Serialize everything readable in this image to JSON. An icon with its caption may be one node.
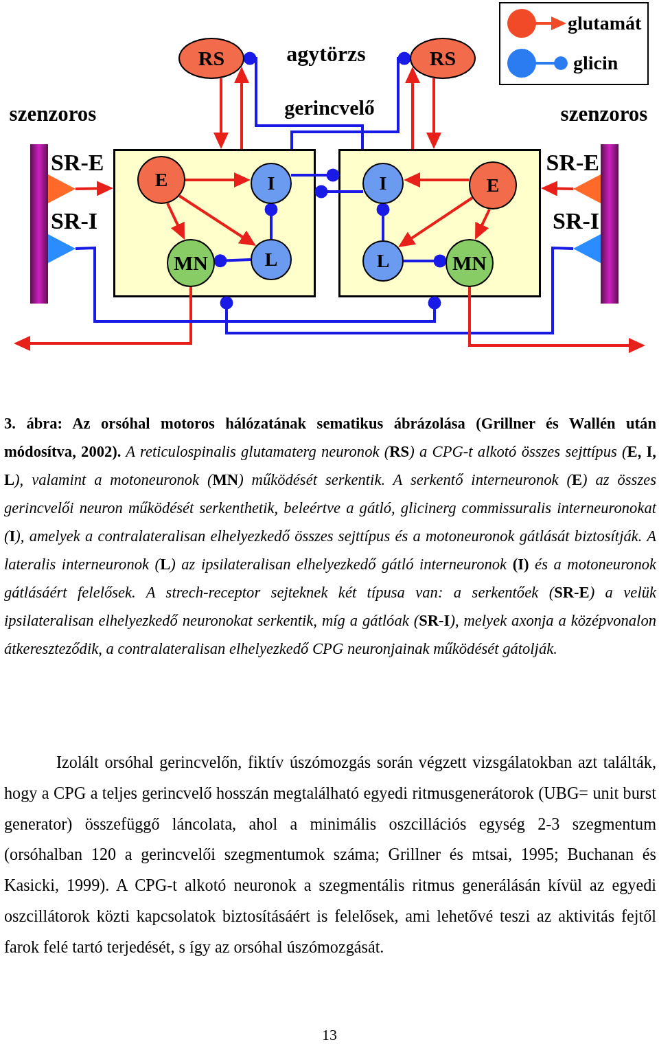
{
  "diagram": {
    "caption": "**3. ábra: Az orsóhal motoros hálózatának sematikus ábrázolása (Grillner és Wallén után módosítva, 2002).** A reticulospinalis glutamaterg neuronok (**RS**) a CPG-t alkotó összes sejttípus (**E, I, L**), valamint a motoneuronok (**MN**) működését serkentik. A serkentő interneuronok (**E**) az összes gerincvelői neuron működését serkenthetik, beleértve a gátló, glicinerg commissuralis interneuronokat (**I**), amelyek a contralateralisan elhelyezkedő összes sejttípus és a motoneuronok gátlását biztosítják. A lateralis interneuronok (**L**) az ipsilateralisan elhelyezkedő gátló interneuronok **(I)** és a motoneuronok gátlásáért felelősek. A strech-receptor sejteknek két típusa van: a serkentőek (**SR-E**) a velük ipsilateralisan elhelyezkedő neuronokat serkentik, míg a gátlóak (**SR-I**), melyek axonja a középvonalon átkereszteződik, a contralateralisan elhelyezkedő CPG neuronjainak működését gátolják.",
    "nodes": [
      {
        "text": [
          "RS"
        ]
      },
      {
        "text": [
          "RS"
        ]
      },
      {
        "text": [
          "SR-E"
        ]
      },
      {
        "text": [
          "SR-I"
        ]
      },
      {
        "text": [],
        "shape": "box"
      },
      {
        "text": [
          "E"
        ],
        "in": 4
      },
      {
        "text": [
          "I"
        ],
        "in": 4
      },
      {
        "text": [
          "MN"
        ],
        "in": 4
      },
      {
        "text": [
          "L"
        ],
        "in": 4
      },
      {
        "text": [],
        "shape": "box"
      },
      {
        "text": [
          "I"
        ],
        "in": 9
      },
      {
        "text": [
          "E"
        ],
        "in": 9
      },
      {
        "text": [
          "L"
        ],
        "in": 9
      },
      {
        "text": [
          "MN"
        ],
        "in": 9
      },
      {
        "text": [
          "SR-E"
        ]
      },
      {
        "text": [
          "SR-I"
        ]
      },
      {
        "text": [],
        "shape": "bar"
      },
      {
        "text": [],
        "shape": "bar"
      }
    ],
    "edges": [
      {
        "from": 0,
        "to": 4,
        "arrow": "to"
      },
      {
        "from": 4,
        "to": 0,
        "arrow": "to"
      },
      {
        "from": 2,
        "to": 4,
        "arrow": "to"
      },
      {
        "from": 5,
        "to": 6,
        "arrow": "to"
      },
      {
        "from": 5,
        "to": 8,
        "arrow": "to"
      },
      {
        "from": 5,
        "to": 7,
        "arrow": "to"
      },
      {
        "from": 8,
        "to": 6,
        "arrow": "other",
        "color": "#1a1ae6"
      },
      {
        "from": 8,
        "to": 7,
        "arrow": "other",
        "color": "#1a1ae6"
      },
      {
        "from": 7,
        "to": null,
        "arrow": "to"
      },
      {
        "from": 6,
        "to": 9,
        "arrow": "other",
        "color": "#1a1ae6"
      },
      {
        "from": 10,
        "to": 4,
        "arrow": "other",
        "color": "#1a1ae6"
      },
      {
        "from": 4,
        "to": 1,
        "arrow": "other",
        "color": "#1a1ae6"
      },
      {
        "from": 9,
        "to": 0,
        "arrow": "other",
        "color": "#1a1ae6"
      },
      {
        "from": 3,
        "to": 9,
        "arrow": "other",
        "color": "#1a1ae6"
      },
      {
        "from": 15,
        "to": 4,
        "arrow": "other",
        "color": "#1a1ae6"
      },
      {
        "from": 1,
        "to": 9,
        "arrow": "to"
      },
      {
        "from": 9,
        "to": 1,
        "arrow": "to"
      },
      {
        "from": 14,
        "to": 9,
        "arrow": "to"
      },
      {
        "from": 11,
        "to": 10,
        "arrow": "to"
      },
      {
        "from": 11,
        "to": 12,
        "arrow": "to"
      },
      {
        "from": 11,
        "to": 13,
        "arrow": "to"
      },
      {
        "from": 12,
        "to": 10,
        "arrow": "other",
        "color": "#1a1ae6"
      },
      {
        "from": 12,
        "to": 13,
        "arrow": "other",
        "color": "#1a1ae6"
      },
      {
        "from": 13,
        "to": null,
        "arrow": "to"
      }
    ],
    "labels": [
      "agytörzs",
      "gerincvelő",
      "szenzoros",
      "szenzoros",
      "Izolált orsóhal gerincvelőn, fiktív úszómozgás során végzett vizsgálatokban azt találták, hogy a CPG a teljes gerincvelő hosszán megtalálható egyedi ritmusgenerátorok (UBG= unit burst generator) összefüggő láncolata, ahol a minimális oszcillációs egység 2-3 szegmentum (orsóhalban 120 a gerincvelői szegmentumok száma; Grillner és mtsai, 1995; Buchanan és Kasicki, 1999). A CPG-t alkotó neuronok a szegmentális ritmus generálásán kívül az egyedi oszcillátorok közti kapcsolatok biztosításáért is felelősek, ami lehetővé teszi az aktivitás fejtől farok felé tartó terjedését, s így az orsóhal úszómozgását.",
      "13"
    ],
    "legend": [
      {
        "text": "glutamát",
        "color": "#f04a28"
      },
      {
        "text": "glicin",
        "color": "#2a7cf0"
      }
    ]
  }
}
